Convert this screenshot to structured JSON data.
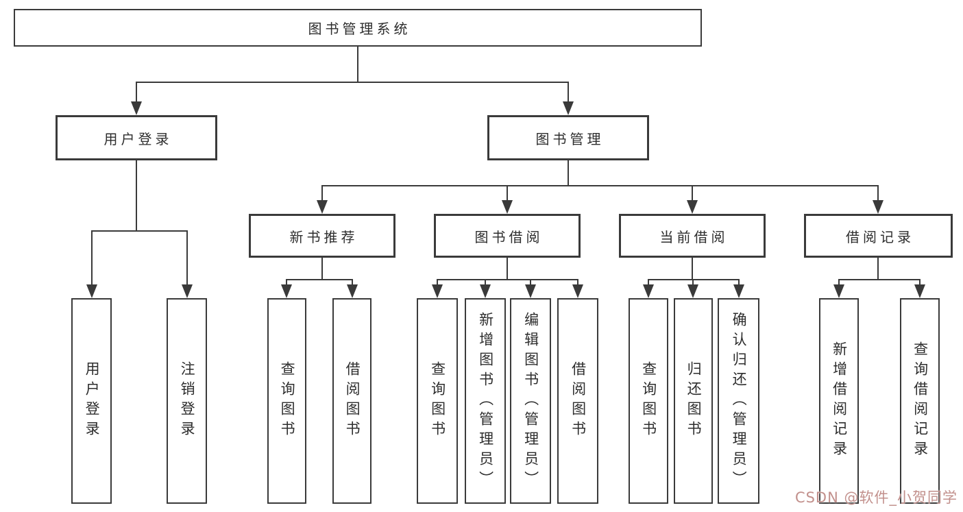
{
  "colors": {
    "line": "#3a3a3a",
    "box_background": "#ffffff",
    "text": "#2d2d2d",
    "watermark": "#c2908c"
  },
  "tree": {
    "root": {
      "label": "图书管理系统"
    },
    "level2": [
      {
        "label": "用户登录"
      },
      {
        "label": "图书管理"
      }
    ],
    "level3": [
      {
        "label": "新书推荐"
      },
      {
        "label": "图书借阅"
      },
      {
        "label": "当前借阅"
      },
      {
        "label": "借阅记录"
      }
    ],
    "leaves": {
      "user_login": [
        {
          "label": "用户登录"
        },
        {
          "label": "注销登录"
        }
      ],
      "new_book": [
        {
          "label": "查询图书"
        },
        {
          "label": "借阅图书"
        }
      ],
      "book_borrow": [
        {
          "label": "查询图书"
        },
        {
          "label": "新增图书（管理员）"
        },
        {
          "label": "编辑图书（管理员）"
        },
        {
          "label": "借阅图书"
        }
      ],
      "current_borrow": [
        {
          "label": "查询图书"
        },
        {
          "label": "归还图书"
        },
        {
          "label": "确认归还（管理员）"
        }
      ],
      "borrow_record": [
        {
          "label": "新增借阅记录"
        },
        {
          "label": "查询借阅记录"
        }
      ]
    }
  },
  "watermark": {
    "text": "CSDN @软件_小贺同学"
  }
}
